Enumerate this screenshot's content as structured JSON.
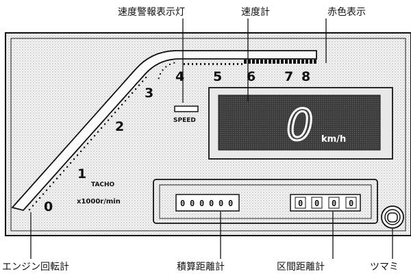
{
  "labels": {
    "speed_warning_lamp": "速度警報表示灯",
    "speedometer": "速度計",
    "red_display": "赤色表示",
    "engine_tachometer": "エンジン回転計",
    "odometer": "積算距離計",
    "trip_meter": "区間距離計",
    "knob": "ツマミ"
  },
  "tacho": {
    "scale": [
      "0",
      "1",
      "2",
      "3",
      "4",
      "5",
      "6",
      "7",
      "8"
    ],
    "unit_line1": "TACHO",
    "unit_line2": "x1000r/min"
  },
  "speed_lamp_text": "SPEED",
  "speed_display": {
    "value": "0",
    "unit": "km/h"
  },
  "odometer_digits": [
    "0",
    "0",
    "0",
    "0",
    "0",
    "0"
  ],
  "trip_digits": [
    "0",
    "0",
    "0",
    "0"
  ]
}
